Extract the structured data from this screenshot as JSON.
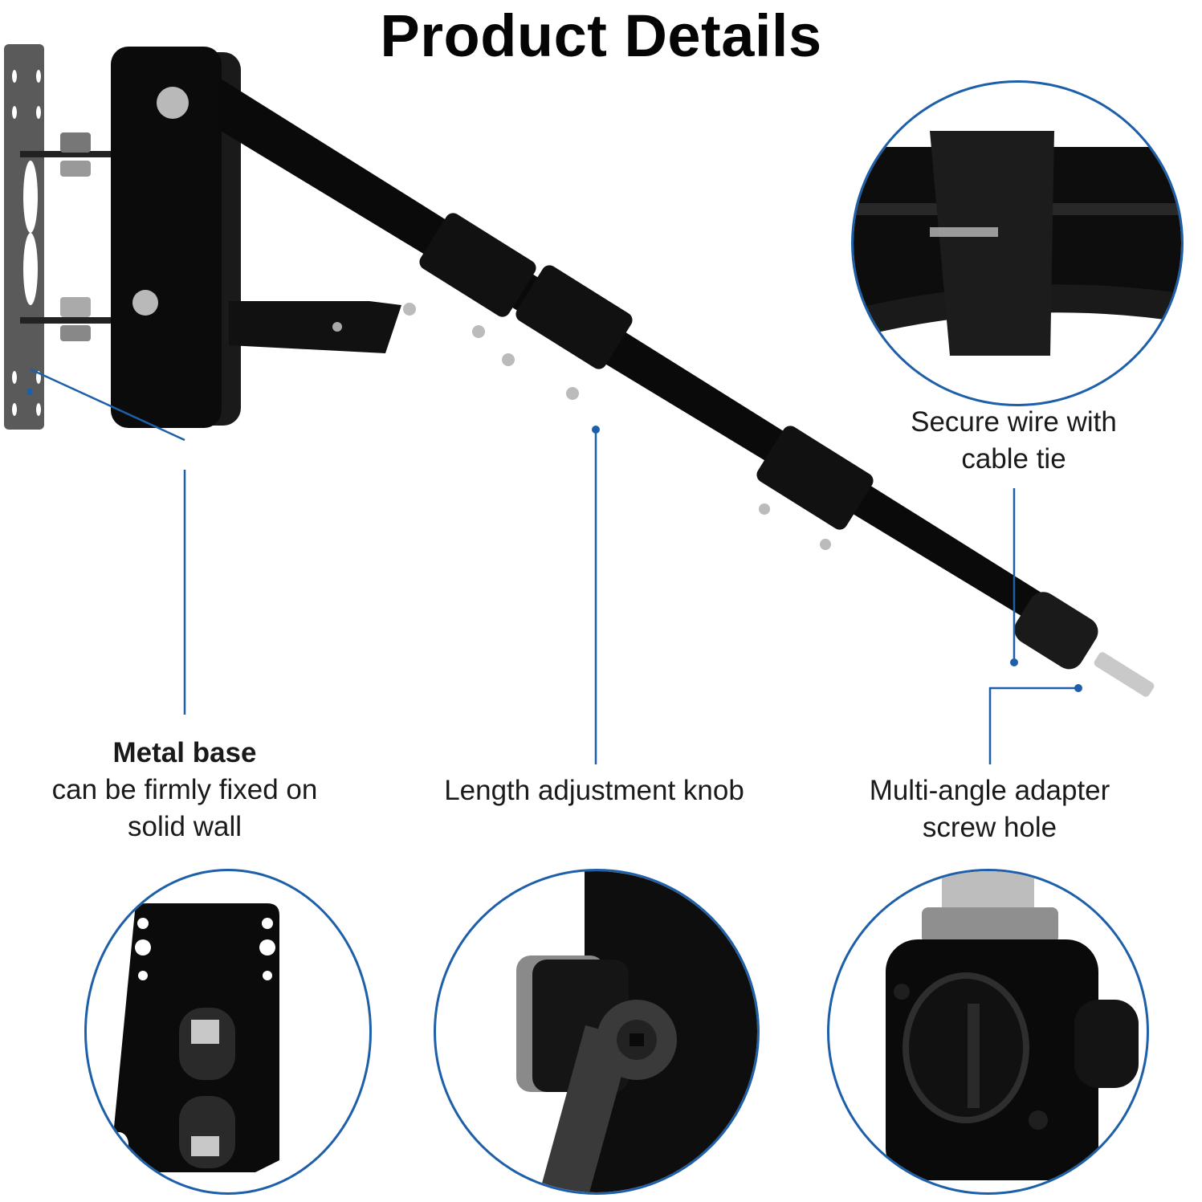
{
  "title": "Product Details",
  "accent_color": "#1d5fa8",
  "callouts": [
    {
      "id": "metal-base",
      "heading": "Metal base",
      "text_lines": [
        "can be firmly fixed on",
        "solid wall"
      ]
    },
    {
      "id": "length-knob",
      "heading": "",
      "text_lines": [
        "Length adjustment knob"
      ]
    },
    {
      "id": "adapter-hole",
      "heading": "",
      "text_lines": [
        "Multi-angle adapter",
        "screw hole"
      ]
    },
    {
      "id": "cable-tie",
      "heading": "",
      "text_lines": [
        "Secure wire with",
        "cable tie"
      ]
    }
  ],
  "detail_images": [
    {
      "id": "cable-tie-closeup",
      "depicts": "velcro cable tie wrapped around tube and cable"
    },
    {
      "id": "wall-plate-closeup",
      "depicts": "black metal wall mounting plate with holes"
    },
    {
      "id": "knob-closeup",
      "depicts": "length adjustment locking lever knob"
    },
    {
      "id": "adapter-closeup",
      "depicts": "multi-angle adapter with knurled ring and screw hole"
    }
  ]
}
